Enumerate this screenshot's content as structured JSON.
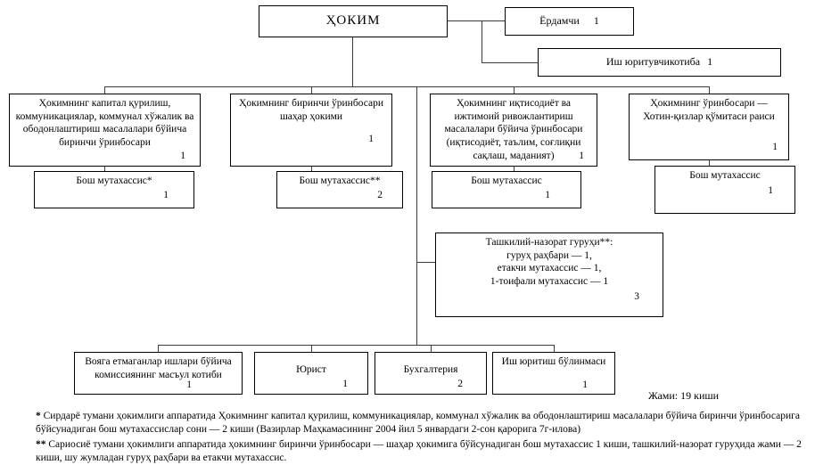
{
  "title_box": "ҲОКИМ",
  "assistant": {
    "label": "Ёрдамчи",
    "count": "1"
  },
  "secretary": {
    "label": "Иш юритувчикотиба",
    "count": "1"
  },
  "deputies": [
    {
      "label": "Ҳокимнинг капитал қурилиш, коммуникациялар, коммунал хўжалик ва ободонлаштириш масалалари бўйича биринчи ўринбосари",
      "count": "1"
    },
    {
      "label": "Ҳокимнинг биринчи ўринбосари шаҳар ҳокими",
      "count": "1"
    },
    {
      "label": "Ҳокимнинг иқтисодиёт ва ижтимоий ривожлантириш масалалари бўйича ўринбосари (иқтисодиёт, таълим, соғлиқни сақлаш, маданият)",
      "count": "1"
    },
    {
      "label": "Ҳокимнинг ўринбосари — Хотин-қизлар қўмитаси раиси",
      "count": "1"
    }
  ],
  "specialists": [
    {
      "label": "Бош мутахассис*",
      "count": "1"
    },
    {
      "label": "Бош мутахассис**",
      "count": "2"
    },
    {
      "label": "Бош мутахассис",
      "count": "1"
    },
    {
      "label": "Бош мутахассис",
      "count": "1"
    }
  ],
  "control_group": {
    "title": "Ташкилий-назорат гуруҳи**:",
    "lines": [
      "гуруҳ раҳбари — 1,",
      "етакчи мутахассис — 1,",
      "1-тоифали мутахассис — 1"
    ],
    "count": "3"
  },
  "departments": [
    {
      "label": "Вояга етмаганлар ишлари бўйича комиссиянинг масъул котиби",
      "count": "1"
    },
    {
      "label": "Юрист",
      "count": "1"
    },
    {
      "label": "Бухгалтерия",
      "count": "2"
    },
    {
      "label": "Иш юритиш бўлинмаси",
      "count": "1"
    }
  ],
  "total_label": "Жами: 19 киши",
  "footnotes": [
    {
      "marker": "*",
      "text": "Сирдарё тумани ҳокимлиги аппаратида Ҳокимнинг капитал қурилиш, коммуникациялар, коммунал хўжалик ва ободонлаштириш масалалари бўйича биринчи ўринбосарига бўйсунадиган бош мутахассислар сони — 2 киши (Вазирлар Маҳкамасининг 2004 йил 5 январдаги 2-сон қарорига 7г-илова)"
    },
    {
      "marker": "**",
      "text": "Сариосиё тумани ҳокимлиги аппаратида ҳокимнинг биринчи ўринбосари — шаҳар ҳокимига бўйсунадиган бош мутахассис 1 киши, ташкилий-назорат гуруҳида жами — 2 киши, шу жумладан гуруҳ раҳбари ва етакчи мутахассис."
    }
  ]
}
